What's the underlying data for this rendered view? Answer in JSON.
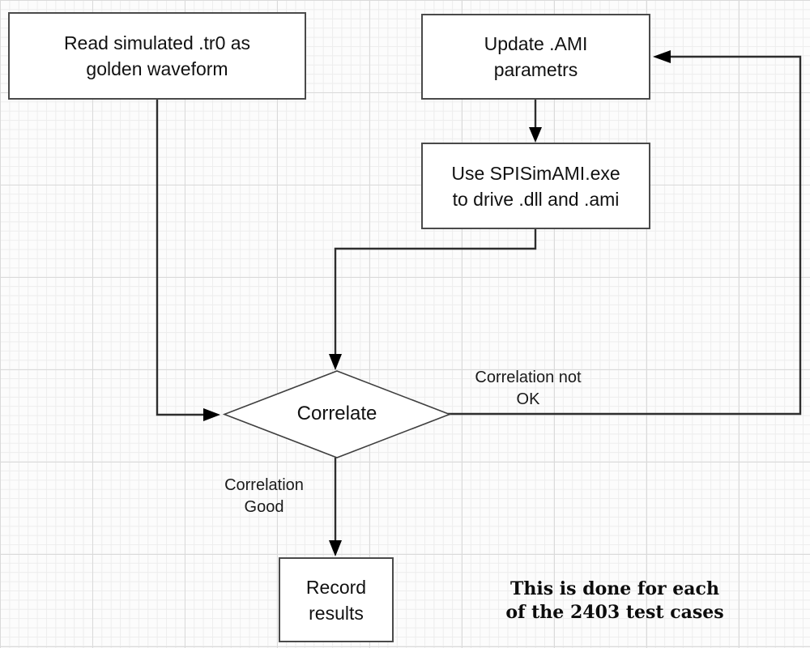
{
  "diagram": {
    "nodes": {
      "read_golden": {
        "line1": "Read simulated .tr0 as",
        "line2": "golden waveform"
      },
      "update_ami": {
        "line1": "Update .AMI",
        "line2": "parametrs"
      },
      "run_spisimami": {
        "line1": "Use SPISimAMI.exe",
        "line2": "to drive .dll and .ami"
      },
      "correlate": {
        "label": "Correlate"
      },
      "record_results": {
        "line1": "Record",
        "line2": "results"
      }
    },
    "edge_labels": {
      "correlation_not_ok": {
        "line1": "Correlation not",
        "line2": "OK"
      },
      "correlation_good": {
        "line1": "Correlation",
        "line2": "Good"
      }
    },
    "annotation": {
      "line1": "This is done for each",
      "line2": "of the 2403 test cases"
    }
  },
  "colors": {
    "connector_stroke": "#2e2e2e",
    "box_border": "#4a4a4a",
    "box_fill": "#ffffff",
    "diamond_stroke": "#3f3f3f",
    "text": "#111111",
    "grid_minor": "#ededed",
    "grid_major": "#dadada",
    "background": "#fcfcfc"
  }
}
